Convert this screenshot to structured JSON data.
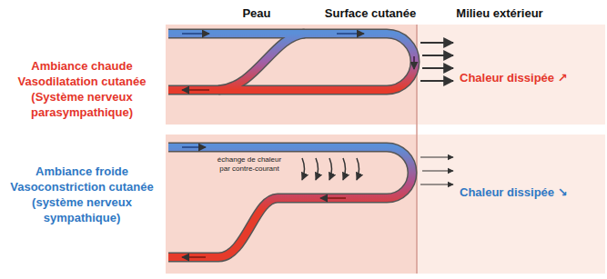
{
  "diagram": {
    "labels": [
      "Peau",
      "Surface cutanée",
      "Milieu extérieur",
      "Ambiance chaude",
      "Vasodilatation cutanée",
      "(Système nerveux parasympathique)",
      "Ambiance froide",
      "Vasoconstriction cutanée",
      "(système nerveux sympathique)",
      "Chaleur dissipée ↗",
      "Chaleur dissipée ↘",
      "échange de chaleur par contre-courant"
    ]
  }
}
